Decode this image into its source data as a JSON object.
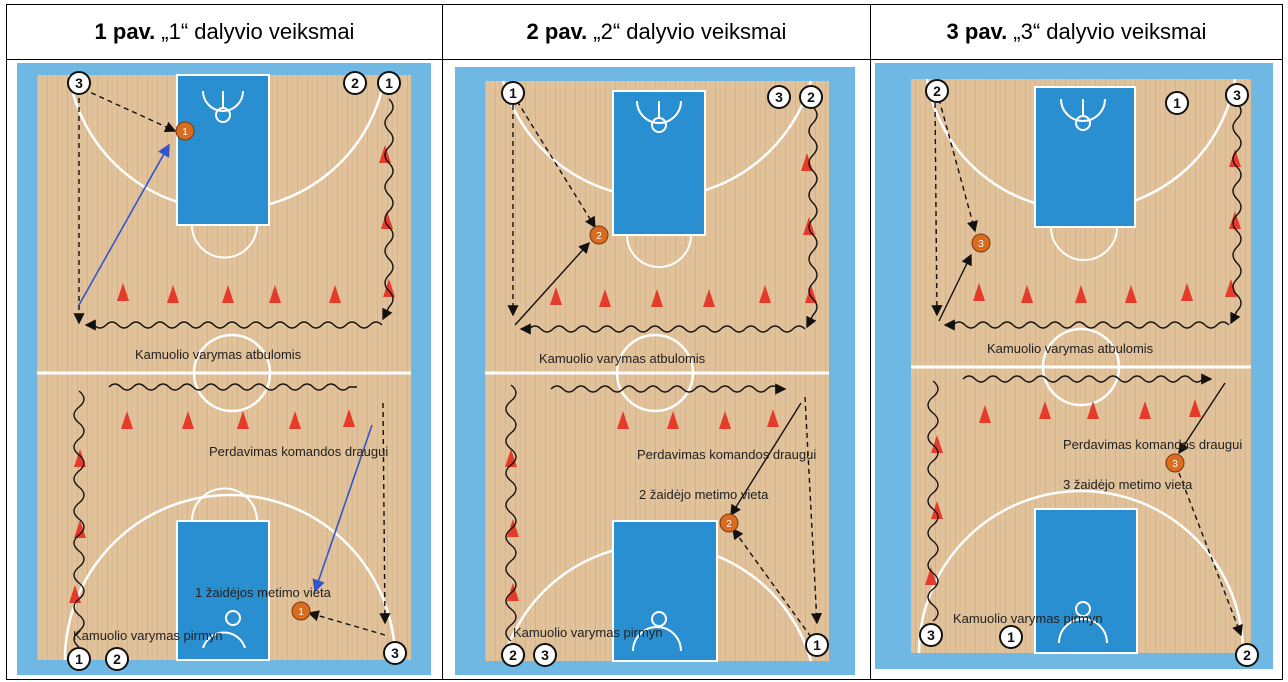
{
  "colors": {
    "border_blue": "#6fb8e4",
    "wood": "#e2c29a",
    "wood_line": "#c9a27a",
    "paint": "#2a8fd0",
    "line": "#ffffff",
    "cone": "#e53b2a",
    "ball": "#d96c1f",
    "pass_arrow": "#3355cc",
    "ink": "#111111"
  },
  "panels": [
    {
      "header_bold": "1 pav.",
      "header_text": "„1“ dalyvio veiksmai",
      "labels": {
        "backward_dribble": "Kamuolio varymas atbulomis",
        "pass": "Perdavimas komandos draugui",
        "shot_spot": "1 žaidėjos metimo vieta",
        "forward_dribble": "Kamuolio varymas pirmyn"
      },
      "player_numbers": {
        "top_left": "3",
        "top_right_a": "2",
        "top_right_b": "1",
        "bottom_left_a": "1",
        "bottom_left_b": "2",
        "bottom_right": "3",
        "ball_top": "1",
        "ball_bottom": "1"
      }
    },
    {
      "header_bold": "2 pav.",
      "header_text": "„2“ dalyvio veiksmai",
      "labels": {
        "backward_dribble": "Kamuolio varymas atbulomis",
        "pass": "Perdavimas komandos draugui",
        "shot_spot": "2 žaidėjo metimo vieta",
        "forward_dribble": "Kamuolio varymas pirmyn"
      },
      "player_numbers": {
        "top_left": "1",
        "top_right_a": "3",
        "top_right_b": "2",
        "bottom_left_a": "2",
        "bottom_left_b": "3",
        "bottom_right": "1",
        "ball_top": "2",
        "ball_bottom": "2"
      }
    },
    {
      "header_bold": "3 pav.",
      "header_text": "„3“ dalyvio veiksmai",
      "labels": {
        "backward_dribble": "Kamuolio varymas atbulomis",
        "pass": "Perdavimas komandos draugui",
        "shot_spot": "3 žaidėjo metimo vieta",
        "forward_dribble": "Kamuolio varymas pirmyn"
      },
      "player_numbers": {
        "top_left": "2",
        "top_mid": "1",
        "top_right": "3",
        "bottom_left_a": "3",
        "bottom_left_b": "1",
        "bottom_right": "2",
        "ball_top": "3",
        "ball_bottom": "3"
      }
    }
  ]
}
